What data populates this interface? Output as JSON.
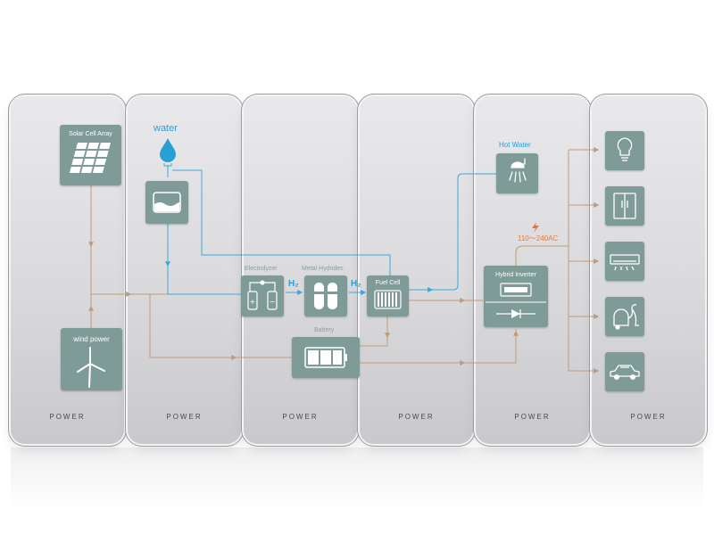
{
  "panels": [
    {
      "label": "POWER"
    },
    {
      "label": "POWER"
    },
    {
      "label": "POWER"
    },
    {
      "label": "POWER"
    },
    {
      "label": "POWER"
    },
    {
      "label": "POWER"
    }
  ],
  "components": {
    "solar_cell_array": "Solar Cell Array",
    "wind_power": "wind power",
    "water": "water",
    "electrolyzer": "Electrolyzer",
    "metal_hydrides": "Metal Hydrides",
    "fuel_cell": "Fuel Cell",
    "battery": "Battery",
    "hot_water": "Hot Water",
    "hybrid_inverter": "Hybrid Inverter",
    "h2_label_1": "H₂",
    "h2_label_2": "H₂",
    "voltage": "110～240AC"
  },
  "icons": {
    "solar": "solar-panel-icon",
    "wind": "wind-turbine-icon",
    "water": "water-drop-icon",
    "tank": "water-tank-icon",
    "electrolyzer": "electrolyzer-icon",
    "hydrides": "hydride-cylinders-icon",
    "fuelcell": "fuel-cell-icon",
    "battery": "battery-icon",
    "shower": "shower-icon",
    "inverter": "inverter-icon",
    "bulb": "light-bulb-icon",
    "fridge": "refrigerator-icon",
    "ac": "air-conditioner-icon",
    "vacuum": "vacuum-cleaner-icon",
    "car": "car-icon",
    "spark": "lightning-icon"
  },
  "colors": {
    "card": "#7f9b97",
    "power_line": "#c09a7a",
    "water_line": "#3aa8dc",
    "h2_label": "#2a9fd6",
    "voltage": "#e5793a"
  }
}
